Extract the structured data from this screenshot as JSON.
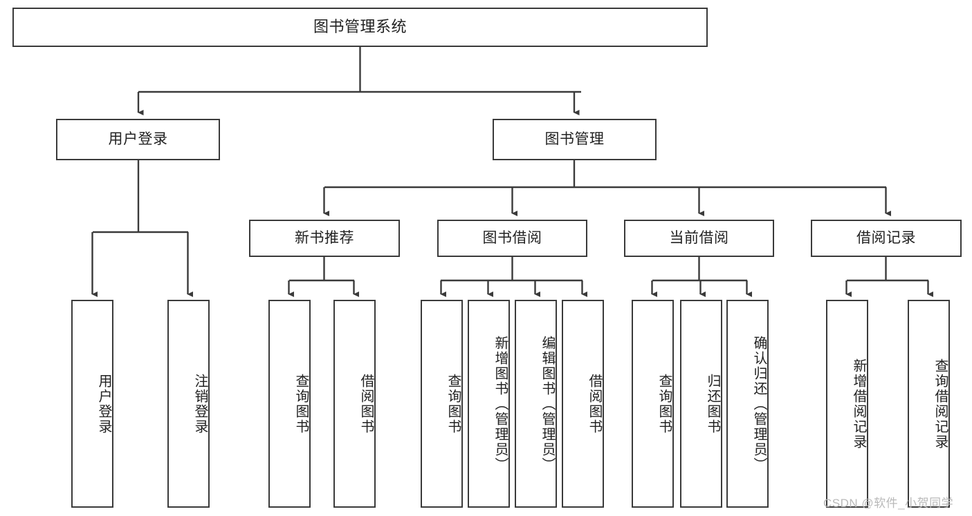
{
  "diagram": {
    "title": "图书管理系统",
    "type": "tree-hierarchy",
    "watermark": "CSDN @软件_小贺同学",
    "colors": {
      "border": "#3a3a3a",
      "text": "#222222",
      "background": "#ffffff",
      "connector": "#3a3a3a",
      "watermark": "#b9b9b9"
    },
    "root": {
      "label": "图书管理系统"
    },
    "level1": [
      {
        "label": "用户登录"
      },
      {
        "label": "图书管理"
      }
    ],
    "level2": [
      {
        "label": "新书推荐"
      },
      {
        "label": "图书借阅"
      },
      {
        "label": "当前借阅"
      },
      {
        "label": "借阅记录"
      }
    ],
    "leaves": {
      "user_login": [
        {
          "label": "用户登录"
        },
        {
          "label": "注销登录"
        }
      ],
      "new_book_recommend": [
        {
          "label": "查询图书"
        },
        {
          "label": "借阅图书"
        }
      ],
      "book_borrow": [
        {
          "label": "查询图书"
        },
        {
          "label": "新增图书（管理员）"
        },
        {
          "label": "编辑图书（管理员）"
        },
        {
          "label": "借阅图书"
        }
      ],
      "current_borrow": [
        {
          "label": "查询图书"
        },
        {
          "label": "归还图书"
        },
        {
          "label": "确认归还（管理员）"
        }
      ],
      "borrow_record": [
        {
          "label": "新增借阅记录"
        },
        {
          "label": "查询借阅记录"
        }
      ]
    }
  }
}
